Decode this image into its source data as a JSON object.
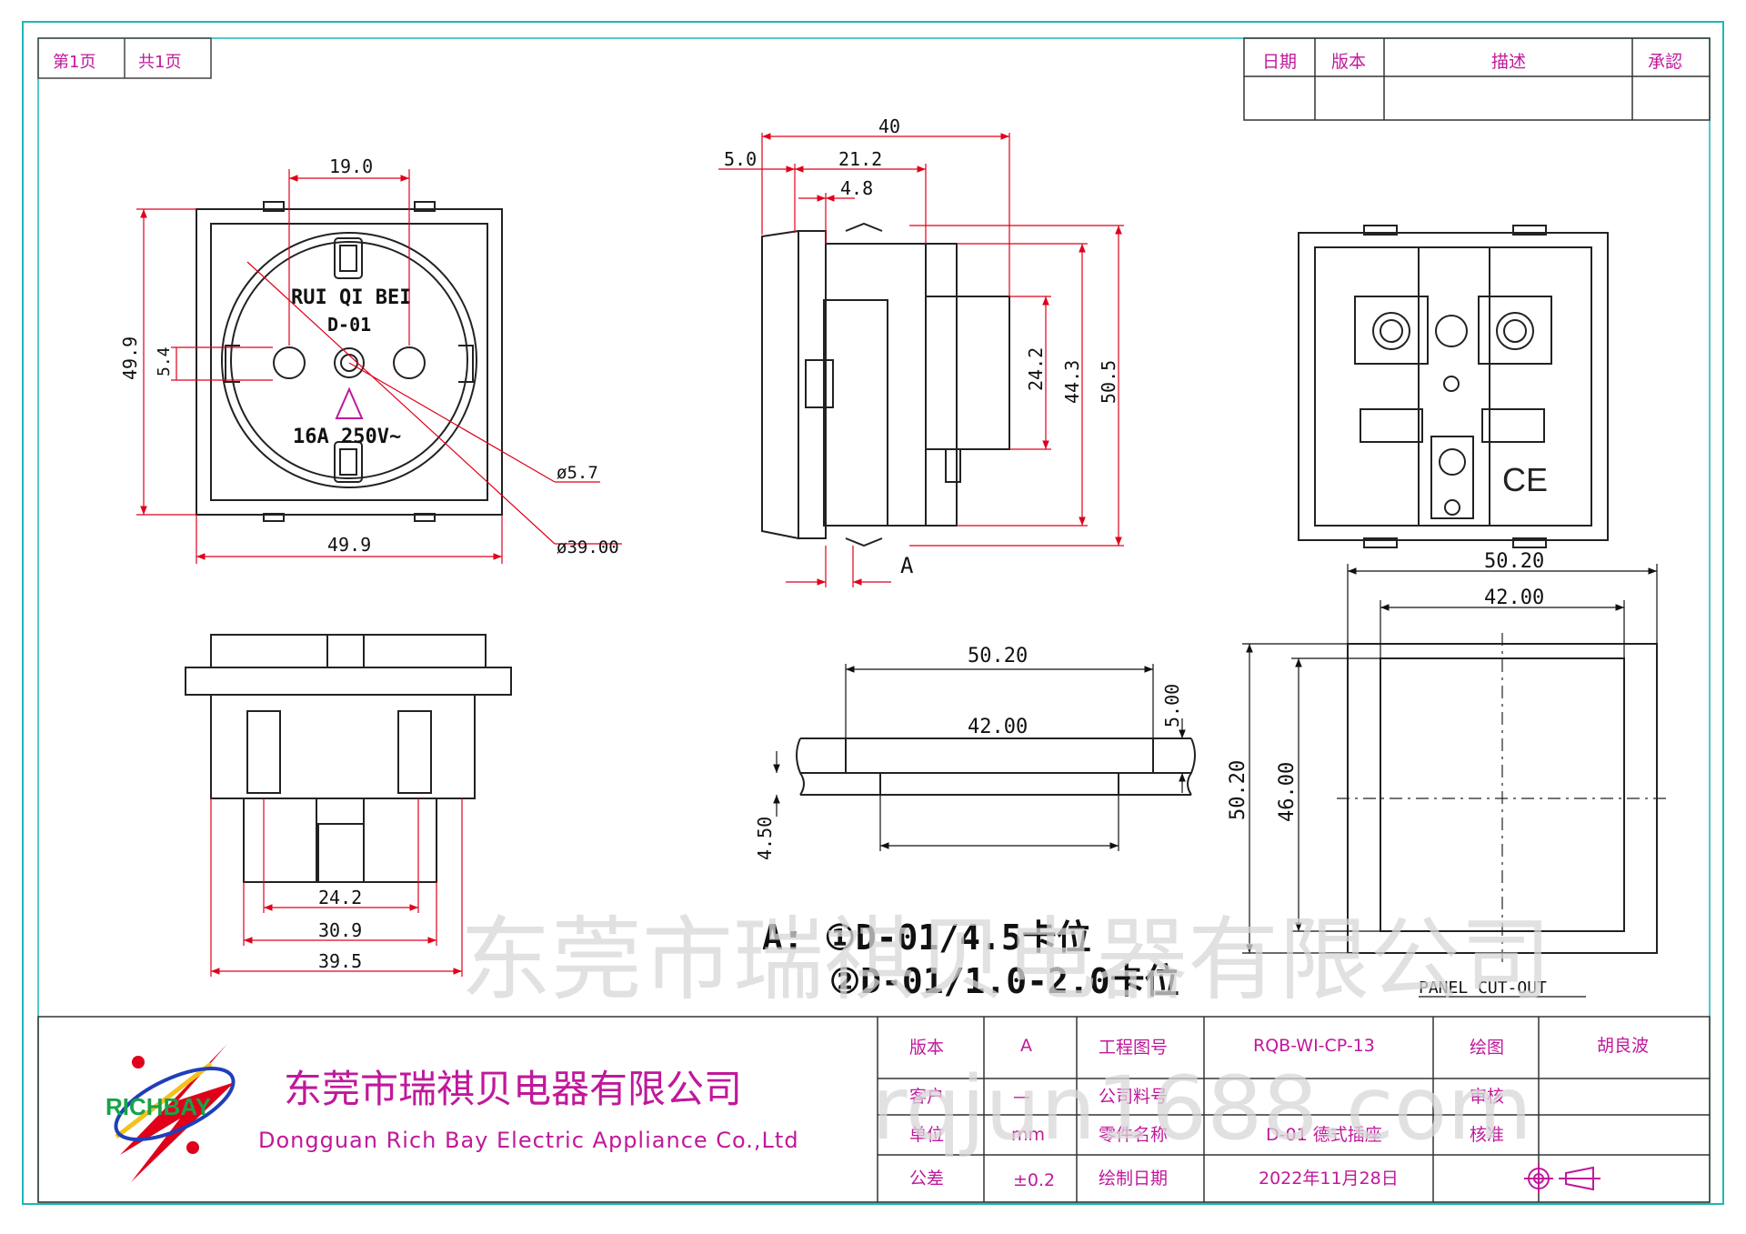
{
  "top_left_box": {
    "page": "第1页",
    "total": "共1页"
  },
  "revision_table": {
    "headers": [
      "日期",
      "版本",
      "描述",
      "承認"
    ]
  },
  "front_view": {
    "brand": "RUI QI BEI",
    "model": "D-01",
    "rating": "16A 250V~",
    "dims": {
      "top": "19.0",
      "height": "49.9",
      "pin_offset": "5.4",
      "width": "49.9",
      "small_dia": "ø5.7",
      "big_dia": "ø39.00"
    }
  },
  "side_view": {
    "dims": {
      "d40": "40",
      "d5": "5.0",
      "d21": "21.2",
      "d48": "4.8",
      "d242": "24.2",
      "d443": "44.3",
      "d505": "50.5",
      "detail": "A"
    }
  },
  "bottom_view": {
    "dims": {
      "d242": "24.2",
      "d309": "30.9",
      "d395": "39.5"
    }
  },
  "panel_section": {
    "dims": {
      "w5020": "50.20",
      "w4200": "42.00",
      "t500": "5.00",
      "t450": "4.50"
    }
  },
  "panel_cutout": {
    "dims": {
      "w5020": "50.20",
      "w4200": "42.00",
      "h5020": "50.20",
      "h4600": "46.00"
    },
    "label": "PANEL CUT-OUT"
  },
  "notes": {
    "line1": "A: ①D-01/4.5卡位",
    "line2": "②D-01/1.0-2.0卡位"
  },
  "watermarks": {
    "company": "东莞市瑞祺贝电器有限公司",
    "site": "rqjun1688.com"
  },
  "company": {
    "logo_text": "RICHBAY",
    "name_cn": "东莞市瑞祺贝电器有限公司",
    "name_en": "Dongguan Rich Bay Electric Appliance Co.,Ltd"
  },
  "title_block": {
    "rows": [
      {
        "k1": "版本",
        "v1": "A",
        "k2": "工程图号",
        "v2": "RQB-WI-CP-13",
        "k3": "绘图",
        "v3": "胡良波"
      },
      {
        "k1": "客户",
        "v1": "—",
        "k2": "公司料号",
        "v2": "",
        "k3": "审核",
        "v3": ""
      },
      {
        "k1": "单位",
        "v1": "mm",
        "k2": "零件名称",
        "v2": "D-01 德式插座",
        "k3": "核准",
        "v3": ""
      },
      {
        "k1": "公差",
        "v1": "±0.2",
        "k2": "绘制日期",
        "v2": "2022年11月28日",
        "k3": "",
        "v3": ""
      }
    ]
  },
  "colors": {
    "dimension": "#e0001a",
    "accent": "#c0189a",
    "frame": "#1db7b7",
    "line": "#222222"
  }
}
